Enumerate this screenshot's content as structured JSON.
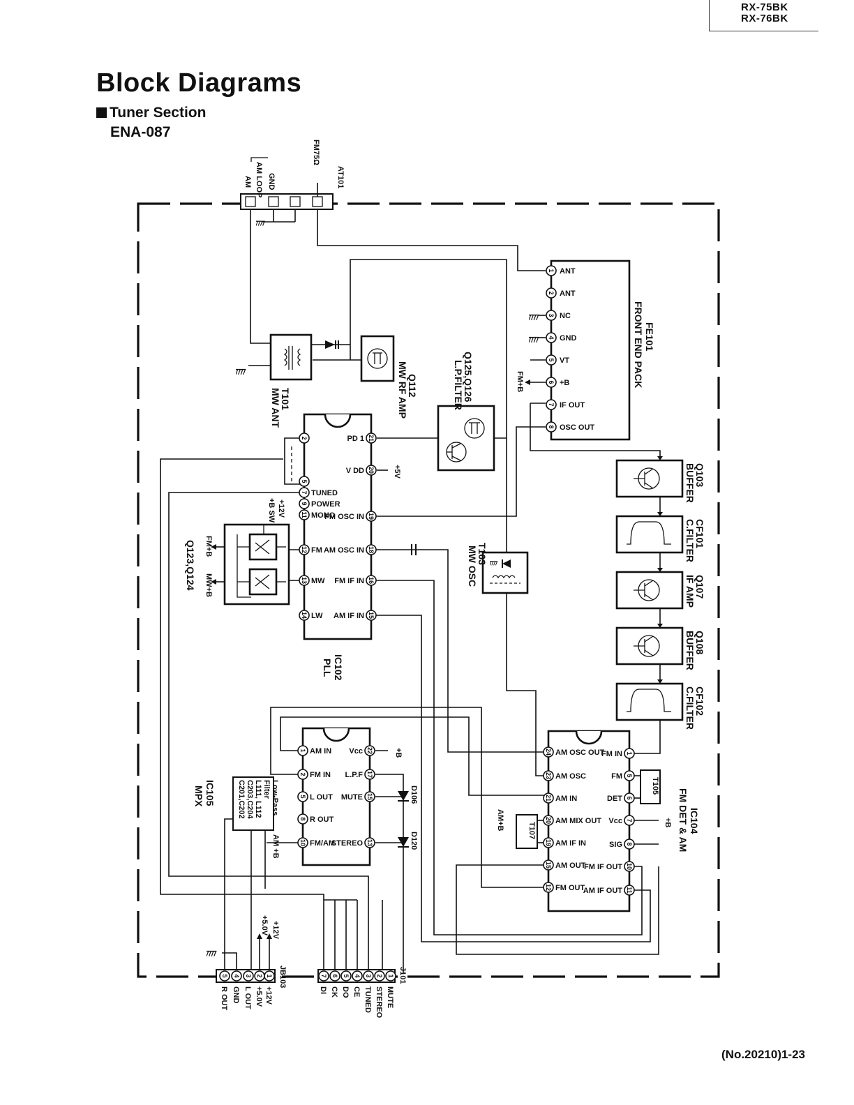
{
  "header": {
    "model_line1": "RX-75BK",
    "model_line2": "RX-76BK"
  },
  "title": "Block Diagrams",
  "section": "Tuner Section",
  "board": "ENA-087",
  "footer": {
    "page": "(No.20210)1-23"
  },
  "antenna": {
    "ref": "AT101",
    "fm_label": "FM75Ω",
    "am_loop_label": "AM LOOP",
    "am_label": "AM",
    "gnd_label": "GND"
  },
  "fe101": {
    "name_line1": "FE101",
    "name_line2": "FRONT END PACK",
    "pins": [
      {
        "n": "1",
        "label": "ANT"
      },
      {
        "n": "2",
        "label": "ANT"
      },
      {
        "n": "3",
        "label": "NC"
      },
      {
        "n": "4",
        "label": "GND"
      },
      {
        "n": "5",
        "label": "VT"
      },
      {
        "n": "6",
        "label": "+B"
      },
      {
        "n": "7",
        "label": "IF OUT"
      },
      {
        "n": "8",
        "label": "OSC OUT"
      }
    ],
    "fmb_label": "FM+B"
  },
  "chain": [
    {
      "ref": "Q103",
      "name": "BUFFER"
    },
    {
      "ref": "CF101",
      "name": "C.FILTER"
    },
    {
      "ref": "Q107",
      "name": "IF AMP"
    },
    {
      "ref": "Q108",
      "name": "BUFFER"
    },
    {
      "ref": "CF102",
      "name": "C.FILTER"
    }
  ],
  "t101": {
    "ref": "T101",
    "name": "MW ANT"
  },
  "q112": {
    "ref": "Q112",
    "name": "MW RF AMP"
  },
  "lpf": {
    "ref": "Q125,Q126",
    "name": "L.P.FILTER"
  },
  "t103": {
    "ref": "T103",
    "name": "MW OSC"
  },
  "ic102": {
    "ref": "IC102",
    "name": "PLL",
    "left_pins": [
      {
        "n": "2",
        "label": ""
      },
      {
        "n": "5",
        "label": ""
      },
      {
        "n": "7",
        "label": "TUNED"
      },
      {
        "n": "9",
        "label": "POWER"
      },
      {
        "n": "11",
        "label": "MONO"
      },
      {
        "n": "12",
        "label": "FM"
      },
      {
        "n": "13",
        "label": "MW"
      },
      {
        "n": "14",
        "label": "LW"
      }
    ],
    "right_pins": [
      {
        "n": "21",
        "label": "PD 1"
      },
      {
        "n": "20",
        "label": "V DD"
      },
      {
        "n": "19",
        "label": "FM OSC IN"
      },
      {
        "n": "18",
        "label": "AM OSC IN"
      },
      {
        "n": "16",
        "label": "FM IF IN"
      },
      {
        "n": "15",
        "label": "AM IF IN"
      }
    ],
    "v5_label": "+5V"
  },
  "switch": {
    "ref": "Q123,Q124",
    "label_12v": "+12V",
    "label_bsw": "+B SW",
    "label_fmb": "FM+B",
    "label_mwb": "MW+B"
  },
  "ic105": {
    "ref": "IC105",
    "name": "MPX",
    "left_pins": [
      {
        "n": "1",
        "label": "AM IN"
      },
      {
        "n": "2",
        "label": "FM IN"
      },
      {
        "n": "5",
        "label": "L OUT"
      },
      {
        "n": "8",
        "label": "R OUT"
      },
      {
        "n": "10",
        "label": "FM/AM"
      }
    ],
    "right_pins": [
      {
        "n": "22",
        "label": "Vcc"
      },
      {
        "n": "17",
        "label": "L.P.F"
      },
      {
        "n": "15",
        "label": "MUTE"
      },
      {
        "n": "13",
        "label": "STEREO"
      }
    ],
    "vcc_label": "+B",
    "amb_label": "AM +B"
  },
  "lpf_box": {
    "line1": "Low-Pass",
    "line2": "Filter",
    "line3": "L111, L112",
    "line4": "C203,C204",
    "line5": "C201,C202"
  },
  "diodes": {
    "d106": "D106",
    "d120": "D120"
  },
  "ic104": {
    "ref": "IC104",
    "name": "FM DET & AM",
    "left_pins": [
      {
        "n": "24",
        "label": "AM OSC OUT"
      },
      {
        "n": "23",
        "label": "AM OSC"
      },
      {
        "n": "21",
        "label": "AM IN"
      },
      {
        "n": "20",
        "label": "AM MIX OUT"
      },
      {
        "n": "19",
        "label": "AM IF IN"
      },
      {
        "n": "15",
        "label": "AM OUT"
      },
      {
        "n": "12",
        "label": "FM OUT"
      }
    ],
    "right_pins": [
      {
        "n": "1",
        "label": "FM IN"
      },
      {
        "n": "5",
        "label": "FM"
      },
      {
        "n": "6",
        "label": "DET"
      },
      {
        "n": "7",
        "label": "Vcc"
      },
      {
        "n": "8",
        "label": "SIG"
      },
      {
        "n": "10",
        "label": "FM IF OUT"
      },
      {
        "n": "11",
        "label": "AM IF OUT"
      }
    ],
    "vcc_label": "+B",
    "amb_label": "AM+B",
    "t105": "T105",
    "t107": "T107"
  },
  "jb103": {
    "ref": "JB103",
    "pins": [
      {
        "n": "5",
        "label": "R OUT"
      },
      {
        "n": "4",
        "label": "GND"
      },
      {
        "n": "3",
        "label": "L OUT"
      },
      {
        "n": "2",
        "label": "+5.0V"
      },
      {
        "n": "1",
        "label": "+12V"
      }
    ],
    "up_12v": "+12V",
    "up_5v": "+5.0V"
  },
  "j101": {
    "ref": "J101",
    "pins": [
      {
        "n": "7",
        "label": "DI"
      },
      {
        "n": "6",
        "label": "CK"
      },
      {
        "n": "5",
        "label": "DO"
      },
      {
        "n": "4",
        "label": "CE"
      },
      {
        "n": "3",
        "label": "TUNED"
      },
      {
        "n": "2",
        "label": "STEREO"
      },
      {
        "n": "1",
        "label": "MUTE"
      }
    ]
  }
}
